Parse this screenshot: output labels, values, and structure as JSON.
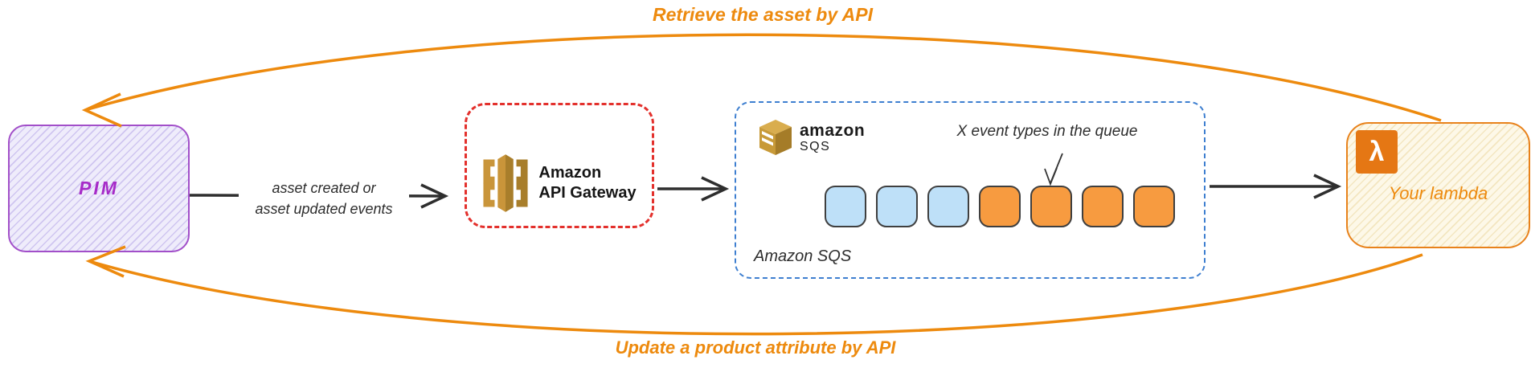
{
  "title": "PIM to Lambda asset event flow",
  "colors": {
    "orange": "#ED8A0E",
    "purple_border": "#A24FC9",
    "purple_fill": "#EFECFB",
    "purple_hatch": "#CFC5F0",
    "purple_text": "#A62BC8",
    "red_dashed": "#E3302C",
    "blue_dashed": "#3E7FD0",
    "queue_blue": "#BEE0F8",
    "queue_orange": "#F79B40",
    "black_arrow": "#2E2E2E",
    "lambda_border": "#E8821B",
    "lambda_fill": "#FDF8E8",
    "lambda_hatch": "#F3E6C0",
    "lambda_icon_bg": "#E57714",
    "text_dark": "#2D2D2D"
  },
  "nodes": {
    "pim": {
      "label": "PIM"
    },
    "api_gateway": {
      "name_line1": "Amazon",
      "name_line2": "API Gateway"
    },
    "sqs": {
      "logo_text": "amazon",
      "logo_sub": "SQS",
      "annotation": "X event types in the queue",
      "caption": "Amazon SQS",
      "queue_items": [
        "blue",
        "blue",
        "blue",
        "orange",
        "orange",
        "orange",
        "orange"
      ]
    },
    "lambda": {
      "label": "Your lambda",
      "icon_glyph": "λ"
    }
  },
  "edges": {
    "retrieve_api": {
      "label": "Retrieve the asset by API"
    },
    "events": {
      "label_line1": "asset created or",
      "label_line2": "asset updated events"
    },
    "update_api": {
      "label": "Update a product attribute by API"
    }
  }
}
